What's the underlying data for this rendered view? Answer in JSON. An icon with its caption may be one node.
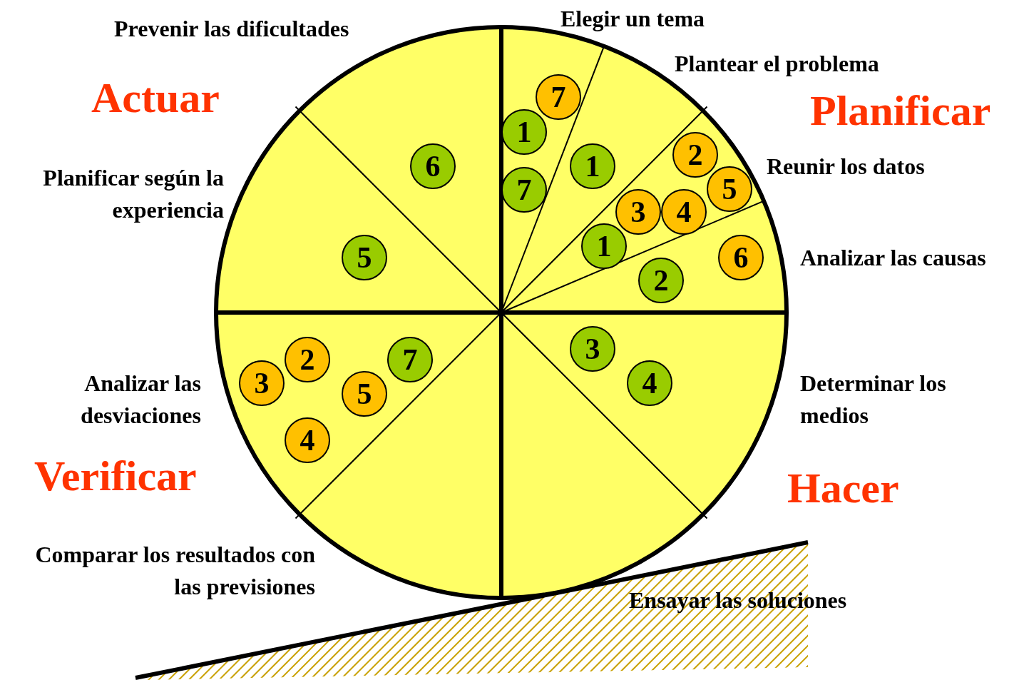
{
  "diagram": {
    "nodes": [
      {
        "text": [
          "7"
        ]
      },
      {
        "text": [
          "1"
        ]
      },
      {
        "text": [
          "2"
        ]
      },
      {
        "text": [
          "6"
        ]
      },
      {
        "text": [
          "1"
        ]
      },
      {
        "text": [
          "5"
        ]
      },
      {
        "text": [
          "7"
        ]
      },
      {
        "text": [
          "3"
        ]
      },
      {
        "text": [
          "4"
        ]
      },
      {
        "text": [
          "1"
        ]
      },
      {
        "text": [
          "5"
        ]
      },
      {
        "text": [
          "6"
        ]
      },
      {
        "text": [
          "2"
        ]
      },
      {
        "text": [
          "3"
        ]
      },
      {
        "text": [
          "2"
        ]
      },
      {
        "text": [
          "7"
        ]
      },
      {
        "text": [
          "3"
        ]
      },
      {
        "text": [
          "4"
        ]
      },
      {
        "text": [
          "5"
        ]
      },
      {
        "text": [
          "4"
        ]
      }
    ],
    "labels": [
      "Elegir un tema",
      "Prevenir las dificultades",
      "Plantear el problema",
      "Actuar",
      "Planificar",
      "Reunir los datos",
      "Planificar según la experiencia",
      "Analizar las causas",
      "Analizar las desviaciones",
      "Determinar los medios",
      "Verificar",
      "Hacer",
      "Comparar los resultados con las previsiones",
      "Ensayar las soluciones"
    ]
  }
}
